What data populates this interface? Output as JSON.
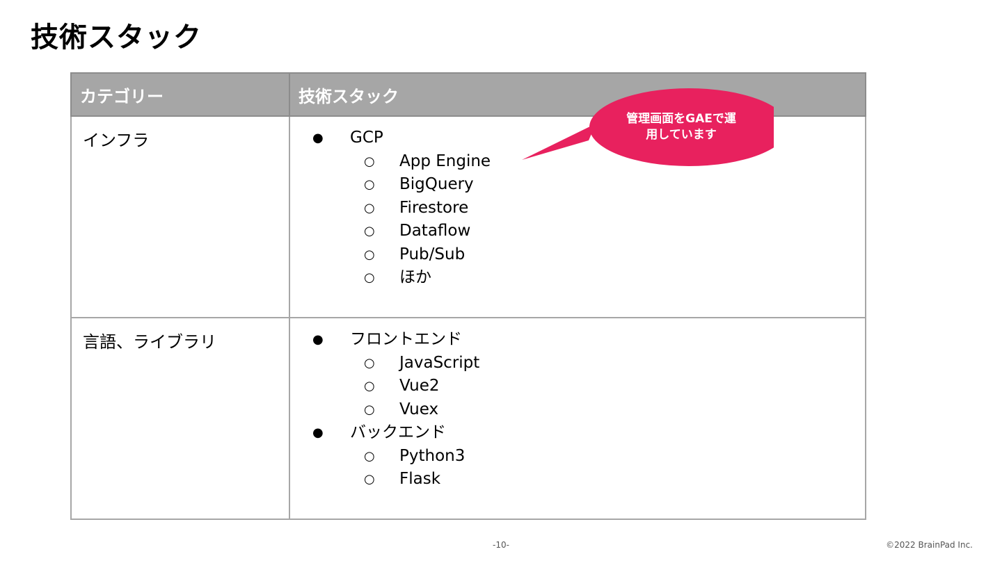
{
  "title": "技術スタック",
  "table": {
    "headers": [
      "カテゴリー",
      "技術スタック"
    ],
    "rows": [
      {
        "category": "インフラ",
        "items": [
          {
            "label": "GCP",
            "children": [
              "App Engine",
              "BigQuery",
              "Firestore",
              "Dataflow",
              "Pub/Sub",
              "ほか"
            ]
          }
        ]
      },
      {
        "category": "言語、ライブラリ",
        "items": [
          {
            "label": "フロントエンド",
            "children": [
              "JavaScript",
              "Vue2",
              "Vuex"
            ]
          },
          {
            "label": "バックエンド",
            "children": [
              "Python3",
              "Flask"
            ]
          }
        ]
      }
    ]
  },
  "bullets": {
    "level1": "●",
    "level2": "○"
  },
  "callout": {
    "line1": "管理画面をGAEで運",
    "line2": "用しています",
    "color": "#e8215e"
  },
  "footer": {
    "page": "-10-",
    "copyright": "©2022 BrainPad Inc."
  },
  "colors": {
    "header_bg": "#a6a6a6",
    "border": "#a6a6a6"
  }
}
